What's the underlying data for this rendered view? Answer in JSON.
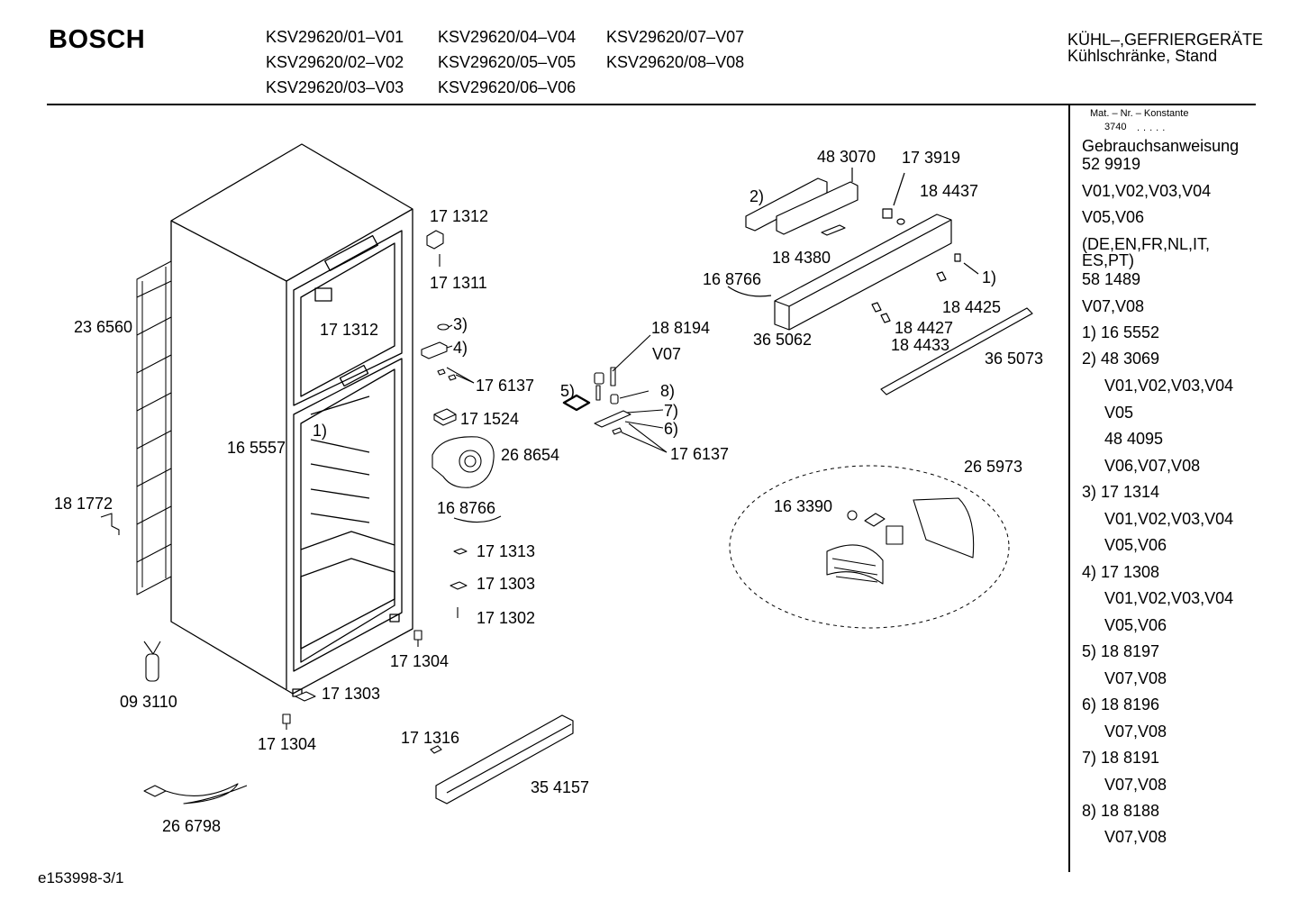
{
  "header": {
    "brand": "BOSCH",
    "models": [
      "KSV29620/01–V01",
      "KSV29620/02–V02",
      "KSV29620/03–V03",
      "KSV29620/04–V04",
      "KSV29620/05–V05",
      "KSV29620/06–V06",
      "KSV29620/07–V07",
      "KSV29620/08–V08"
    ],
    "category_line1": "KÜHL–,GEFRIERGERÄTE",
    "category_line2": "Kühlschränke, Stand"
  },
  "sidebar": {
    "mat_nr_label": "Mat. – Nr. – Konstante",
    "mat_nr_value": "3740",
    "lines": [
      "Gebrauchsanweisung",
      "52 9919",
      "V01,V02,V03,V04",
      "V05,V06",
      "(DE,EN,FR,NL,IT,",
      "ES,PT)",
      "58 1489",
      "V07,V08",
      "1)  16 5552",
      "2)  48 3069",
      "V01,V02,V03,V04",
      "V05",
      "48 4095",
      "V06,V07,V08",
      "3)  17 1314",
      "V01,V02,V03,V04",
      "V05,V06",
      "4)  17 1308",
      "V01,V02,V03,V04",
      "V05,V06",
      "5)  18 8197",
      "V07,V08",
      "6)  18 8196",
      "V07,V08",
      "7)  18 8191",
      "V07,V08",
      "8)  18 8188",
      "V07,V08"
    ]
  },
  "labels": [
    "17 1312",
    "17 1311",
    "17 1312",
    "23 6560",
    "3)",
    "4)",
    "17 6137",
    "16 5557",
    "1)",
    "17 1524",
    "26 8654",
    "18 1772",
    "16 8766",
    "17 1313",
    "17 1303",
    "17 1302",
    "17 1304",
    "09 3110",
    "17 1303",
    "17 1304",
    "17 1316",
    "35 4157",
    "26 6798",
    "18 8194",
    "V07",
    "5)",
    "8)",
    "7)",
    "6)",
    "17 6137",
    "48 3070",
    "17 3919",
    "2)",
    "18 4437",
    "18 4380",
    "16 8766",
    "1)",
    "18 4425",
    "36 5062",
    "18 4427",
    "18 4433",
    "36 5073",
    "26 5973",
    "16 3390"
  ],
  "footer": {
    "code": "e153998-3/1"
  }
}
